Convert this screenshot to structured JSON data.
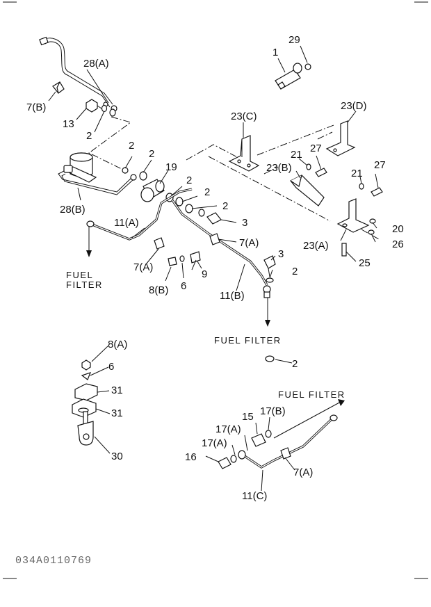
{
  "diagram": {
    "reference_code": "034A0110769",
    "flow_labels": {
      "fuel_filter_left_line1": "FUEL",
      "fuel_filter_left_line2": "FILTER",
      "fuel_filter_center": "FUEL FILTER",
      "fuel_filter_lower": "FUEL FILTER"
    },
    "callouts": {
      "c29": "29",
      "c1": "1",
      "c28a": "28(A)",
      "c7b": "7(B)",
      "c13": "13",
      "c2_a": "2",
      "c23c": "23(C)",
      "c23d": "23(D)",
      "c2_b": "2",
      "c2_c": "2",
      "c19": "19",
      "c21_a": "21",
      "c27_a": "27",
      "c23b": "23(B)",
      "c21_b": "21",
      "c27_b": "27",
      "c2_d": "2",
      "c2_e": "2",
      "c2_f": "2",
      "c28b": "28(B)",
      "c11a": "11(A)",
      "c3_a": "3",
      "c20": "20",
      "c7a_a": "7(A)",
      "c23a": "23(A)",
      "c26": "26",
      "c7a_b": "7(A)",
      "c3_b": "3",
      "c25": "25",
      "c9": "9",
      "c8b": "8(B)",
      "c6_a": "6",
      "c2_g": "2",
      "c11b": "11(B)",
      "c8a": "8(A)",
      "c6_b": "6",
      "c2_h": "2",
      "c31_a": "31",
      "c31_b": "31",
      "c30": "30",
      "c17b": "17(B)",
      "c15": "15",
      "c17a_a": "17(A)",
      "c17a_b": "17(A)",
      "c16": "16",
      "c7a_c": "7(A)",
      "c11c": "11(C)"
    }
  }
}
